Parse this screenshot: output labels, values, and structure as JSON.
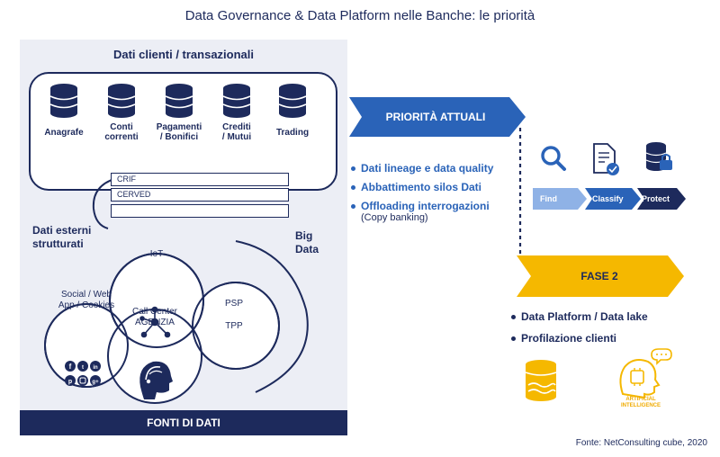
{
  "title": "Data Governance & Data Platform nelle Banche: le priorità",
  "left_panel": {
    "title": "Dati clienti / transazionali",
    "databases": [
      {
        "label": "Anagrafe",
        "icon": "database-icon"
      },
      {
        "label": "Conti\ncorrenti",
        "icon": "database-icon"
      },
      {
        "label": "Pagamenti\n/ Bonifici",
        "icon": "database-icon"
      },
      {
        "label": "Crediti\n/ Mutui",
        "icon": "database-icon"
      },
      {
        "label": "Trading",
        "icon": "database-icon"
      }
    ],
    "bars": [
      "CRIF",
      "CERVED",
      ""
    ],
    "external_label": "Dati esterni\nstrutturati",
    "big_data_label": "Big\nData",
    "iot_label": "IoT",
    "social_label": "Social / Web\nApp / Cookies",
    "call_center_label": "Call Center\nAGENZIA",
    "psp_label": "PSP",
    "tpp_label": "TPP",
    "footer": "FONTI DI DATI"
  },
  "current_priorities": {
    "label": "PRIORITÀ ATTUALI",
    "items": [
      {
        "text": "Dati lineage e data quality",
        "sub": ""
      },
      {
        "text": "Abbattimento silos Dati",
        "sub": ""
      },
      {
        "text": "Offloading interrogazioni",
        "sub": "(Copy banking)"
      }
    ],
    "steps": [
      {
        "label": "Find",
        "icon": "magnifier-icon"
      },
      {
        "label": "Classify",
        "icon": "document-check-icon"
      },
      {
        "label": "Protect",
        "icon": "database-lock-icon"
      }
    ]
  },
  "phase2": {
    "label": "FASE 2",
    "items": [
      "Data Platform / Data lake",
      "Profilazione clienti"
    ],
    "ai_caption": "ARTIFICIAL\nINTELLIGENCE"
  },
  "source": "Fonte: NetConsulting cube, 2020",
  "colors": {
    "navy": "#1d2a5c",
    "blue": "#2a63b8",
    "light_blue": "#8fb2e6",
    "yellow": "#f5b800",
    "panel": "#eceef5"
  }
}
